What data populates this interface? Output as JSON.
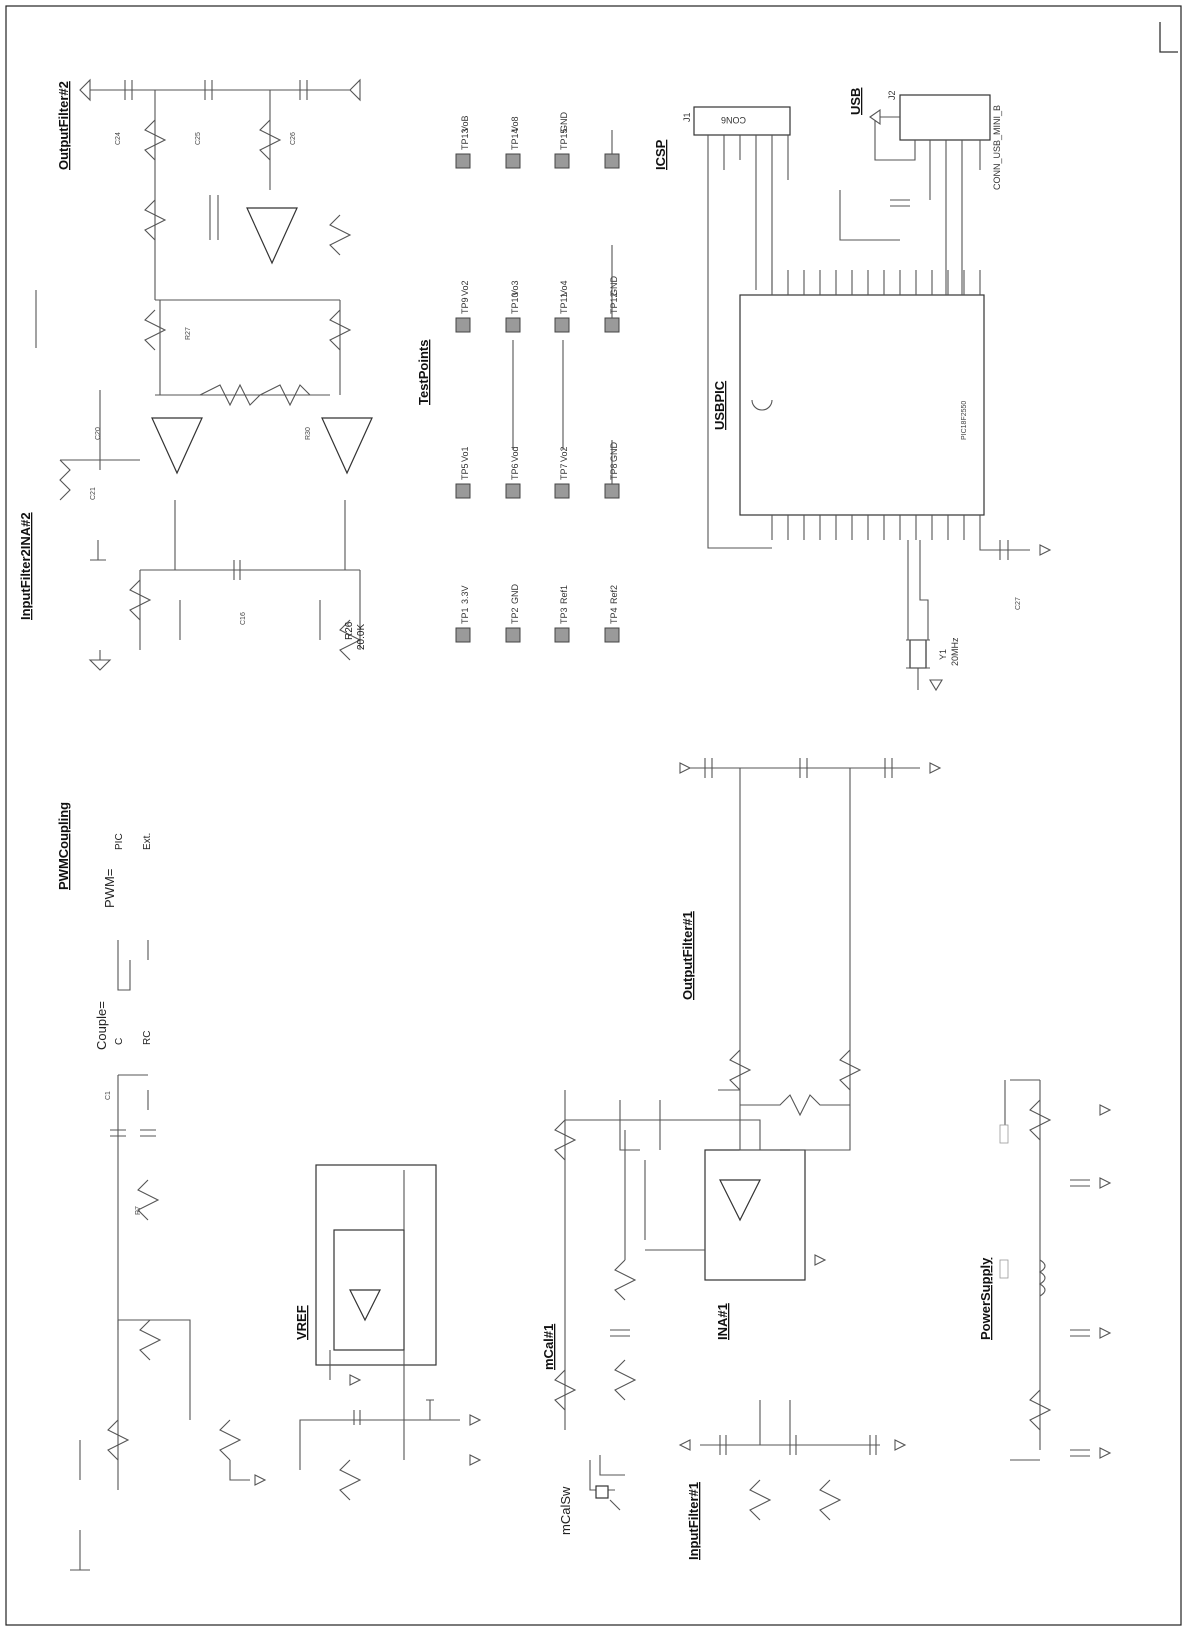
{
  "sections": {
    "input_filter_2_ina_2": "InputFilter2INA#2",
    "output_filter_2": "OutputFilter#2",
    "test_points": "TestPoints",
    "icsp": "ICSP",
    "usb": "USB",
    "usbpic": "USBPIC",
    "pwm_coupling": "PWMCoupling",
    "vref": "VREF",
    "mcal_1": "mCal#1",
    "input_filter_1": "InputFilter#1",
    "ina_1": "INA#1",
    "output_filter_1": "OutputFilter#1",
    "power_supply": "PowerSupply"
  },
  "components": {
    "j1": {
      "ref": "J1",
      "value": "CON6"
    },
    "j2": {
      "ref": "J2",
      "value": "CONN_USB_MINI_B"
    },
    "y1": {
      "ref": "Y1",
      "value": "20MHz"
    },
    "r26": {
      "ref": "R26",
      "value": "20.0K"
    },
    "mcalsw": {
      "ref": "mCalSw"
    },
    "couple": {
      "label": "Couple=",
      "opt_c": "C",
      "opt_rc": "RC"
    },
    "pwm": {
      "label": "PWM=",
      "opt_pic": "PIC",
      "opt_ext": "Ext."
    },
    "u_pic": "PIC18F2550"
  },
  "test_points": [
    {
      "ref": "TP1",
      "net": "3.3V"
    },
    {
      "ref": "TP2",
      "net": "GND"
    },
    {
      "ref": "TP3",
      "net": "Ref1"
    },
    {
      "ref": "TP4",
      "net": "Ref2"
    },
    {
      "ref": "TP5",
      "net": "Vo1"
    },
    {
      "ref": "TP6",
      "net": "Vod"
    },
    {
      "ref": "TP7",
      "net": "Vo2"
    },
    {
      "ref": "TP8",
      "net": "GND"
    },
    {
      "ref": "TP9",
      "net": "Vo2"
    },
    {
      "ref": "TP10",
      "net": "Vo3"
    },
    {
      "ref": "TP11",
      "net": "Vo4"
    },
    {
      "ref": "TP12",
      "net": "GND"
    },
    {
      "ref": "TP13",
      "net": "VoB"
    },
    {
      "ref": "TP14",
      "net": "Vo8"
    },
    {
      "ref": "TP15",
      "net": "GND"
    }
  ],
  "colors": {
    "ink": "#333333",
    "testpoint": "#9a9a9a",
    "background": "#ffffff"
  }
}
